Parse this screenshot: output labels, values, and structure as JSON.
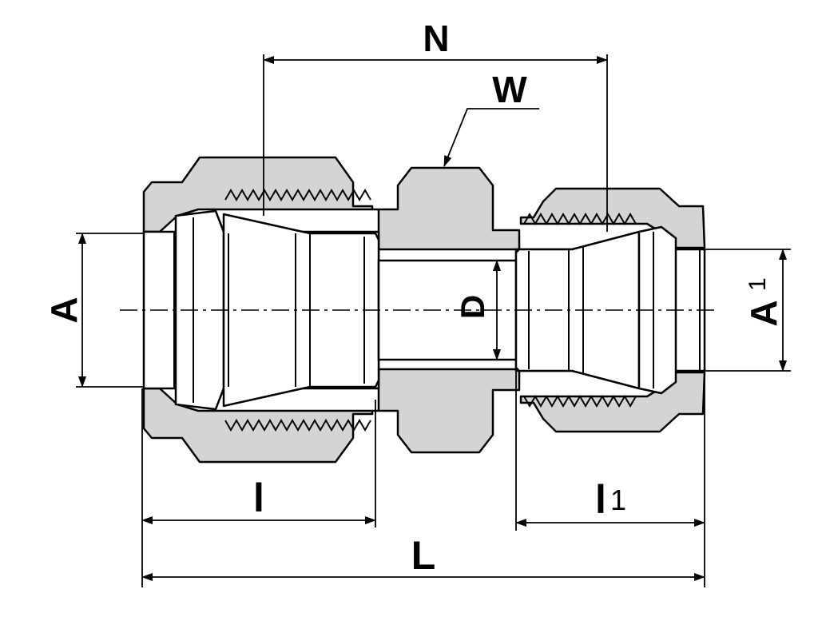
{
  "labels": {
    "n": "N",
    "w": "W",
    "a": "A",
    "d": "D",
    "a1_main": "A",
    "a1_sub": "1",
    "l_left": "l",
    "l1_main": "l",
    "l1_sub": "1",
    "overall": "L"
  },
  "colors": {
    "body_fill": "#d4d4d4",
    "outline": "#000000",
    "background": "#ffffff"
  }
}
